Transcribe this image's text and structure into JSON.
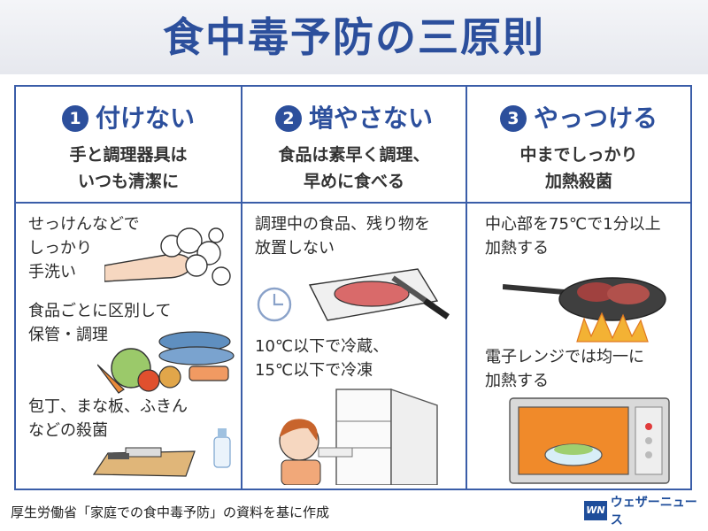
{
  "title": "食中毒予防の三原則",
  "columns": [
    {
      "number": "1",
      "heading": "付けない",
      "subtitle": [
        "手と調理器具は",
        "いつも清潔に"
      ],
      "items": [
        {
          "lines": [
            "せっけんなどで",
            "しっかり",
            "手洗い"
          ]
        },
        {
          "lines": [
            "食品ごとに区別して",
            "保管・調理"
          ]
        },
        {
          "lines": [
            "包丁、まな板、ふきん",
            "などの殺菌"
          ]
        }
      ]
    },
    {
      "number": "2",
      "heading": "増やさない",
      "subtitle": [
        "食品は素早く調理、",
        "早めに食べる"
      ],
      "items": [
        {
          "lines": [
            "調理中の食品、残り物を",
            "放置しない"
          ]
        },
        {
          "lines": [
            "10℃以下で冷蔵、",
            "15℃以下で冷凍"
          ]
        }
      ]
    },
    {
      "number": "3",
      "heading": "やっつける",
      "subtitle": [
        "中までしっかり",
        "加熱殺菌"
      ],
      "items": [
        {
          "lines": [
            "中心部を75℃で1分以上",
            "加熱する"
          ]
        },
        {
          "lines": [
            "電子レンジでは均一に",
            "加熱する"
          ]
        }
      ]
    }
  ],
  "footer": {
    "source": "厚生労働省「家庭での食中毒予防」の資料を基に作成",
    "brand_logo": "WN",
    "brand_name": "ウェザーニュース"
  },
  "colors": {
    "accent": "#2c4f9c",
    "frame": "#3a5da8"
  }
}
